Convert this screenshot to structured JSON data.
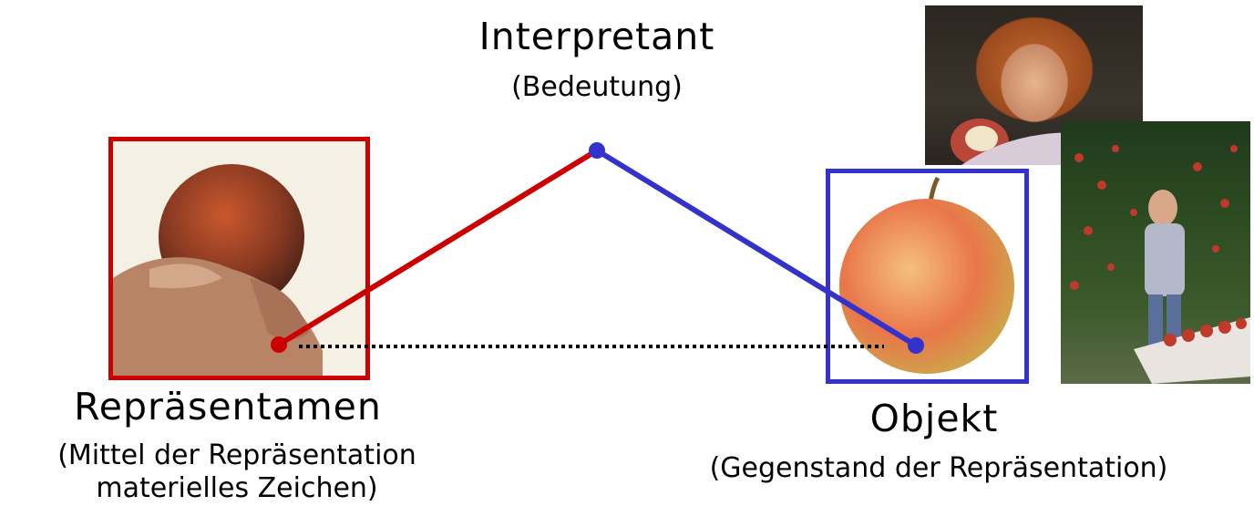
{
  "interpretant": {
    "title": "Interpretant",
    "subtitle": "(Bedeutung)"
  },
  "representamen": {
    "title": "Repräsentamen",
    "line1": "(Mittel der Repräsentation",
    "line2": "materielles Zeichen)"
  },
  "object": {
    "title": "Objekt",
    "subtitle": "(Gegenstand der Repräsentation)"
  },
  "colors": {
    "representamen": "#cc0000",
    "object": "#3333cc",
    "link": "#000000"
  },
  "images": [
    {
      "name": "apple-in-hand-photo"
    },
    {
      "name": "apple-photo"
    },
    {
      "name": "child-eating-apple-photo"
    },
    {
      "name": "apple-harvest-photo"
    }
  ]
}
